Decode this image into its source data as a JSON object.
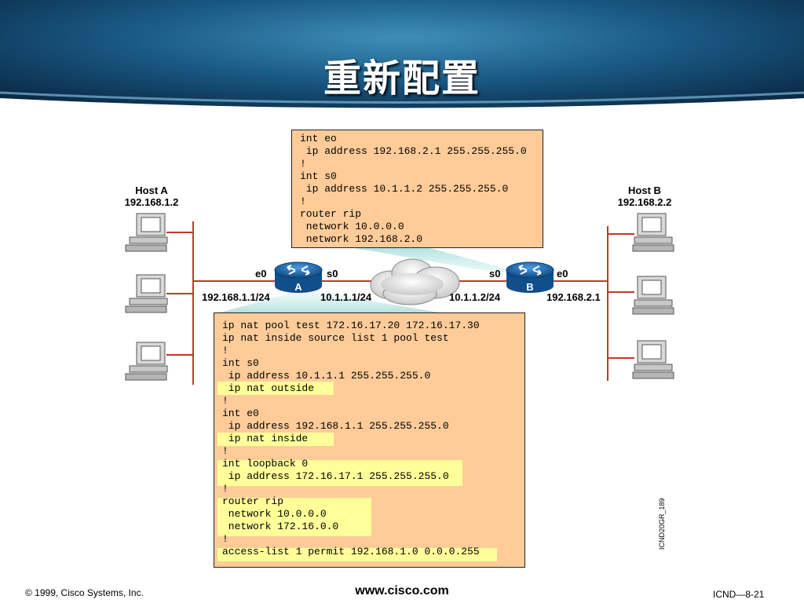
{
  "title": "重新配置",
  "router_b_config": [
    "int eo",
    " ip address 192.168.2.1 255.255.255.0",
    "!",
    "int s0",
    " ip address 10.1.1.2 255.255.255.0",
    "!",
    "router rip",
    " network 10.0.0.0",
    " network 192.168.2.0"
  ],
  "router_a_config": [
    "ip nat pool test 172.16.17.20 172.16.17.30",
    "ip nat inside source list 1 pool test",
    "!",
    "int s0",
    " ip address 10.1.1.1 255.255.255.0",
    " ip nat outside",
    "!",
    "int e0",
    " ip address 192.168.1.1 255.255.255.0",
    " ip nat inside",
    "!",
    "int loopback 0",
    " ip address 172.16.17.1 255.255.255.0",
    "!",
    "router rip",
    " network 10.0.0.0",
    " network 172.16.0.0",
    "!",
    "access-list 1 permit 192.168.1.0 0.0.0.255"
  ],
  "host_a": {
    "name": "Host A",
    "ip": "192.168.1.2"
  },
  "host_b": {
    "name": "Host B",
    "ip": "192.168.2.2"
  },
  "router_a": {
    "label": "A",
    "e0": "e0",
    "s0": "s0",
    "e0_ip": "192.168.1.1/24",
    "s0_ip": "10.1.1.1/24"
  },
  "router_b": {
    "label": "B",
    "e0": "e0",
    "s0": "s0",
    "s0_ip": "10.1.1.2/24",
    "e0_ip": "192.168.2.1"
  },
  "footer": {
    "copyright": "© 1999, Cisco Systems, Inc.",
    "url": "www.cisco.com",
    "page": "ICND—8-21"
  },
  "figure_id": "ICND20GR_189",
  "colors": {
    "config_bg": "#ffcc99",
    "highlight": "#ffff99",
    "router": "#1c6fb5",
    "link": "#c0392b",
    "banner": "#0d3d66"
  }
}
